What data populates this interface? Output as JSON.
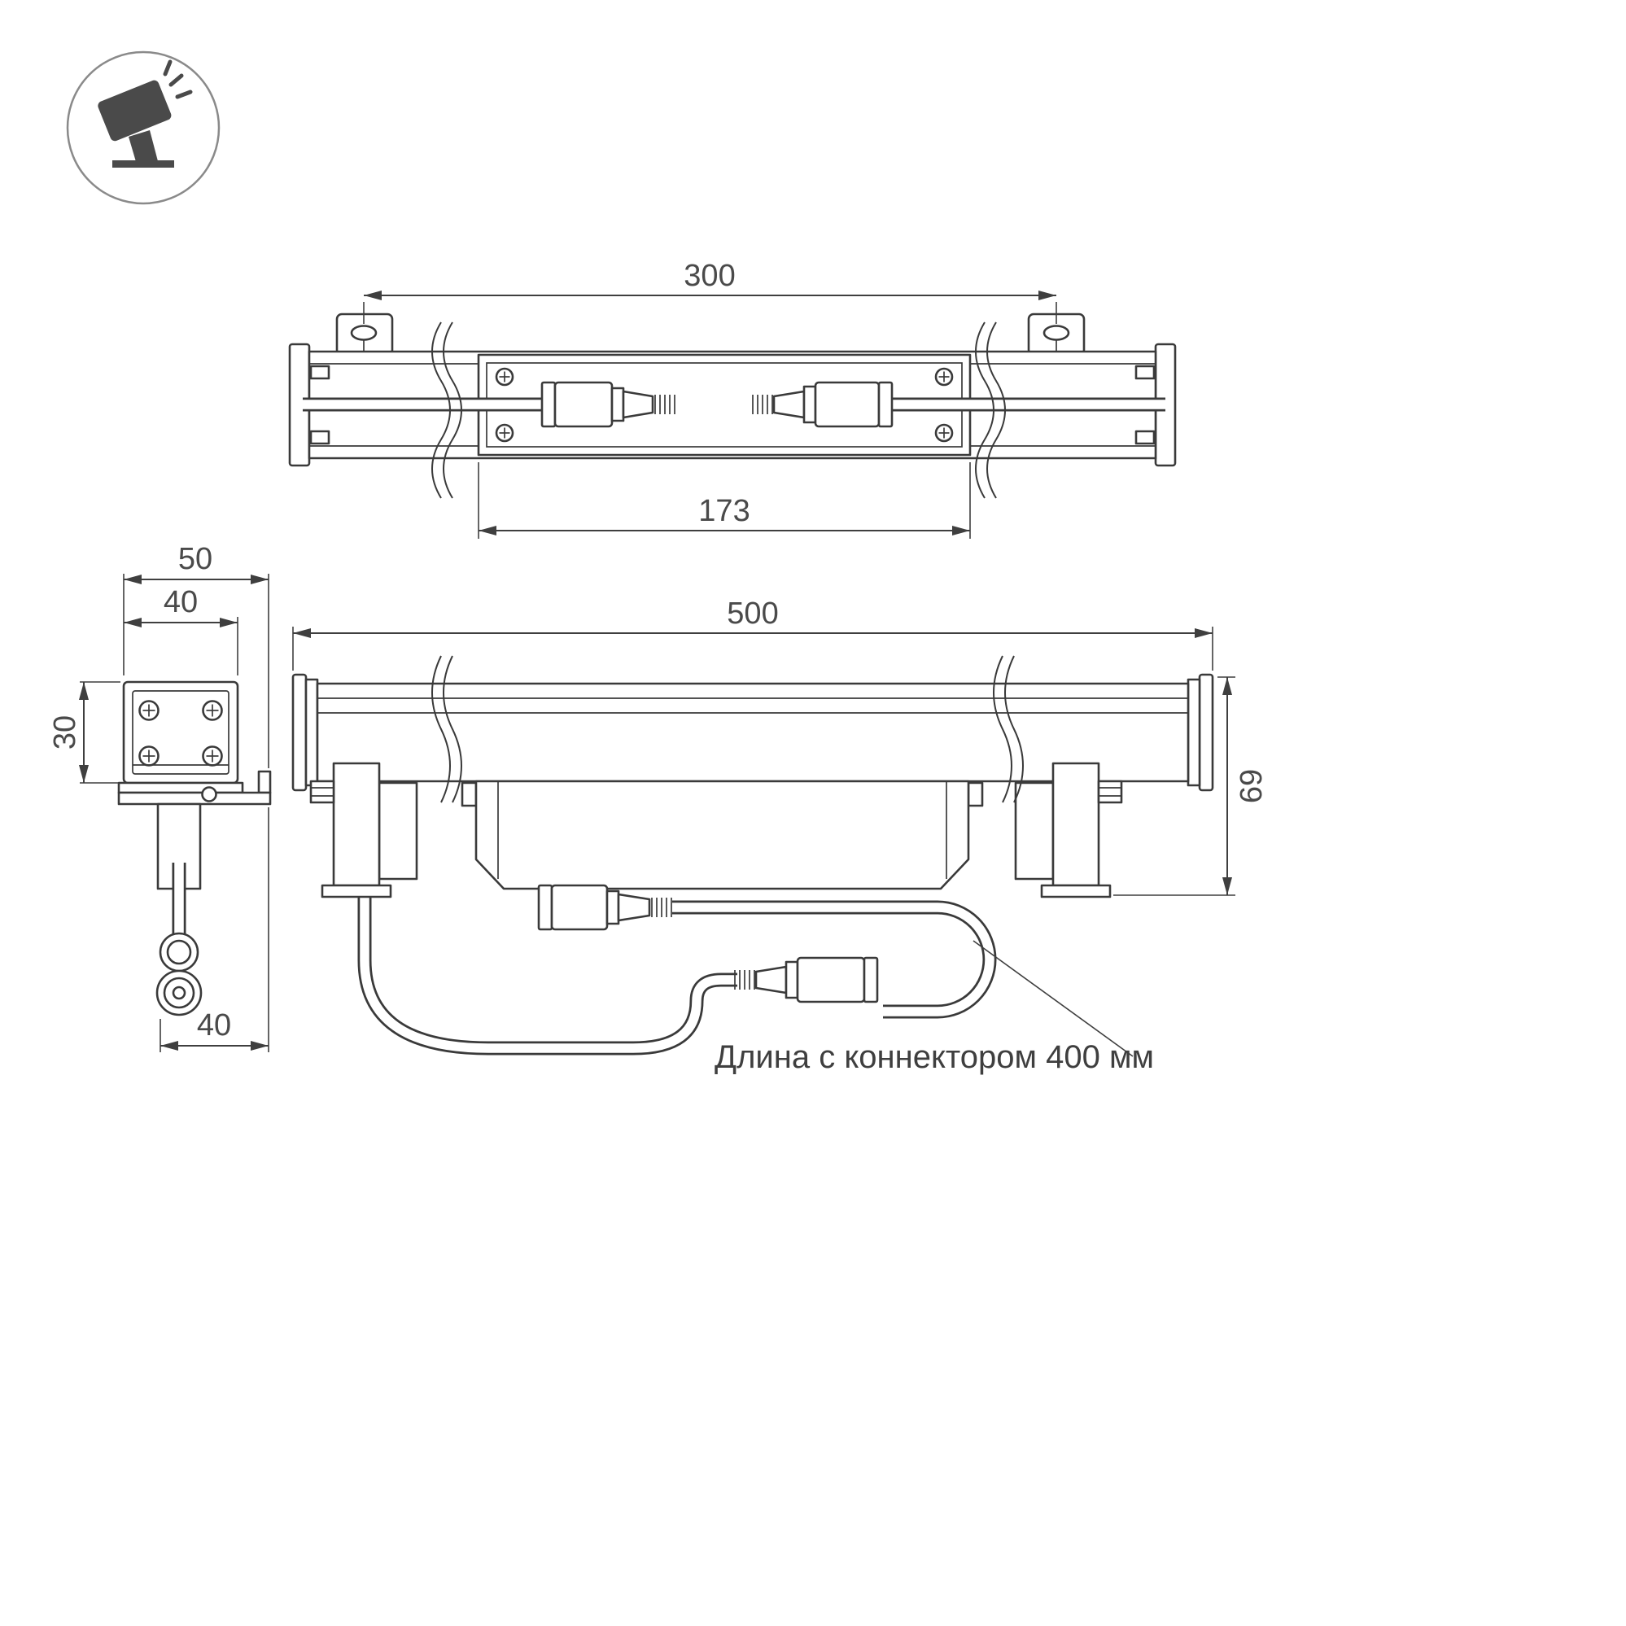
{
  "icon": {
    "name": "surface-floodlight"
  },
  "views": {
    "top": {
      "dim_mount_spacing": "300",
      "dim_body_window": "173"
    },
    "end": {
      "dim_outer_width": "50",
      "dim_body_width": "40",
      "dim_body_height": "30",
      "dim_connector_offset": "40"
    },
    "side": {
      "dim_length": "500",
      "dim_height": "69"
    }
  },
  "note": {
    "connector_length": "Длина с коннектором 400 мм"
  },
  "colors": {
    "background": "#ffffff",
    "line": "#3a3a3a",
    "dimension": "#3f3f3f",
    "text": "#4a4a4a",
    "icon_fill": "#4a4a4a",
    "icon_ring": "#8a8a8a"
  }
}
